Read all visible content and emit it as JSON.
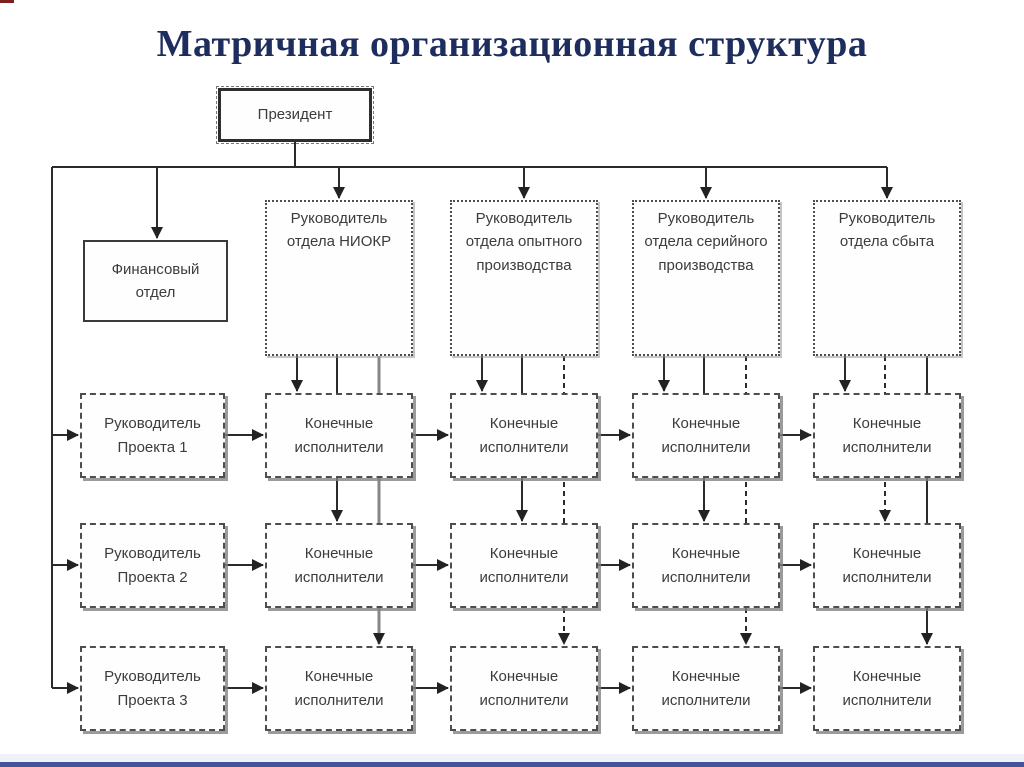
{
  "title": "Матричная организационная структура",
  "colors": {
    "title_text": "#1d2d5e",
    "footer_bar": "#44549b",
    "corner_mark": "#7d1f1f",
    "connector_line": "#2b2b2b"
  },
  "nodes": {
    "president": "Президент",
    "finance": "Финансовый отдел",
    "dept_heads": [
      "Руководитель отдела НИОКР",
      "Руководитель отдела опытного производства",
      "Руководитель отдела серийного производства",
      "Руководитель отдела сбыта"
    ],
    "project_managers": [
      "Руководитель Проекта 1",
      "Руководитель Проекта 2",
      "Руководитель Проекта 3"
    ],
    "executor": "Конечные исполнители"
  },
  "structure": {
    "type": "matrix-org-chart",
    "functional_columns": 4,
    "project_rows": 3,
    "executor_cells": 12
  }
}
